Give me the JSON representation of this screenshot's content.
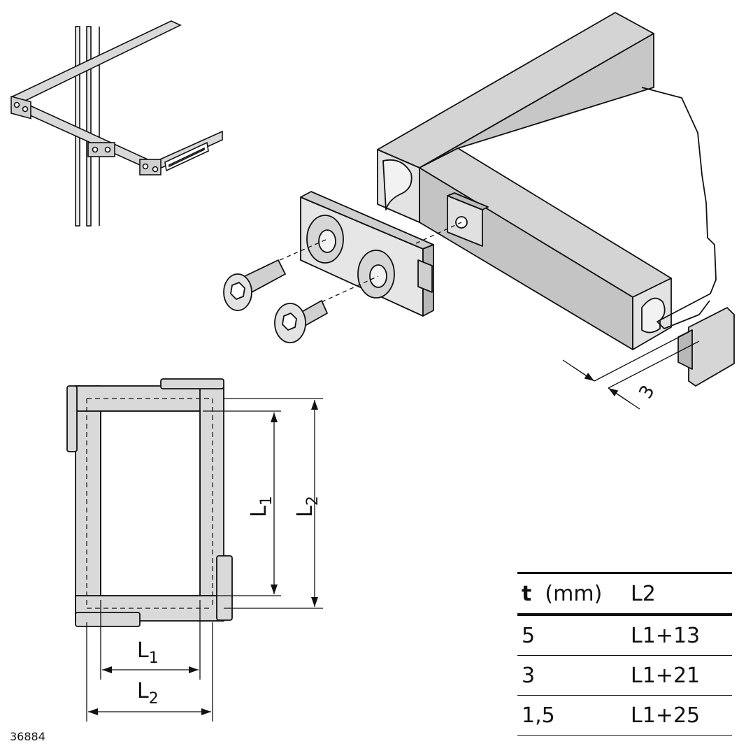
{
  "figure_number": "36884",
  "labels": {
    "l1": "L",
    "l1_sub": "1",
    "l2": "L",
    "l2_sub": "2",
    "t_dim": "3"
  },
  "table": {
    "header": {
      "t_bold": "t",
      "t_unit": "(mm)",
      "l2": "L2"
    },
    "rows": [
      {
        "t": "5",
        "l2": "L1+13"
      },
      {
        "t": "3",
        "l2": "L1+21"
      },
      {
        "t": "1,5",
        "l2": "L1+25"
      }
    ]
  }
}
